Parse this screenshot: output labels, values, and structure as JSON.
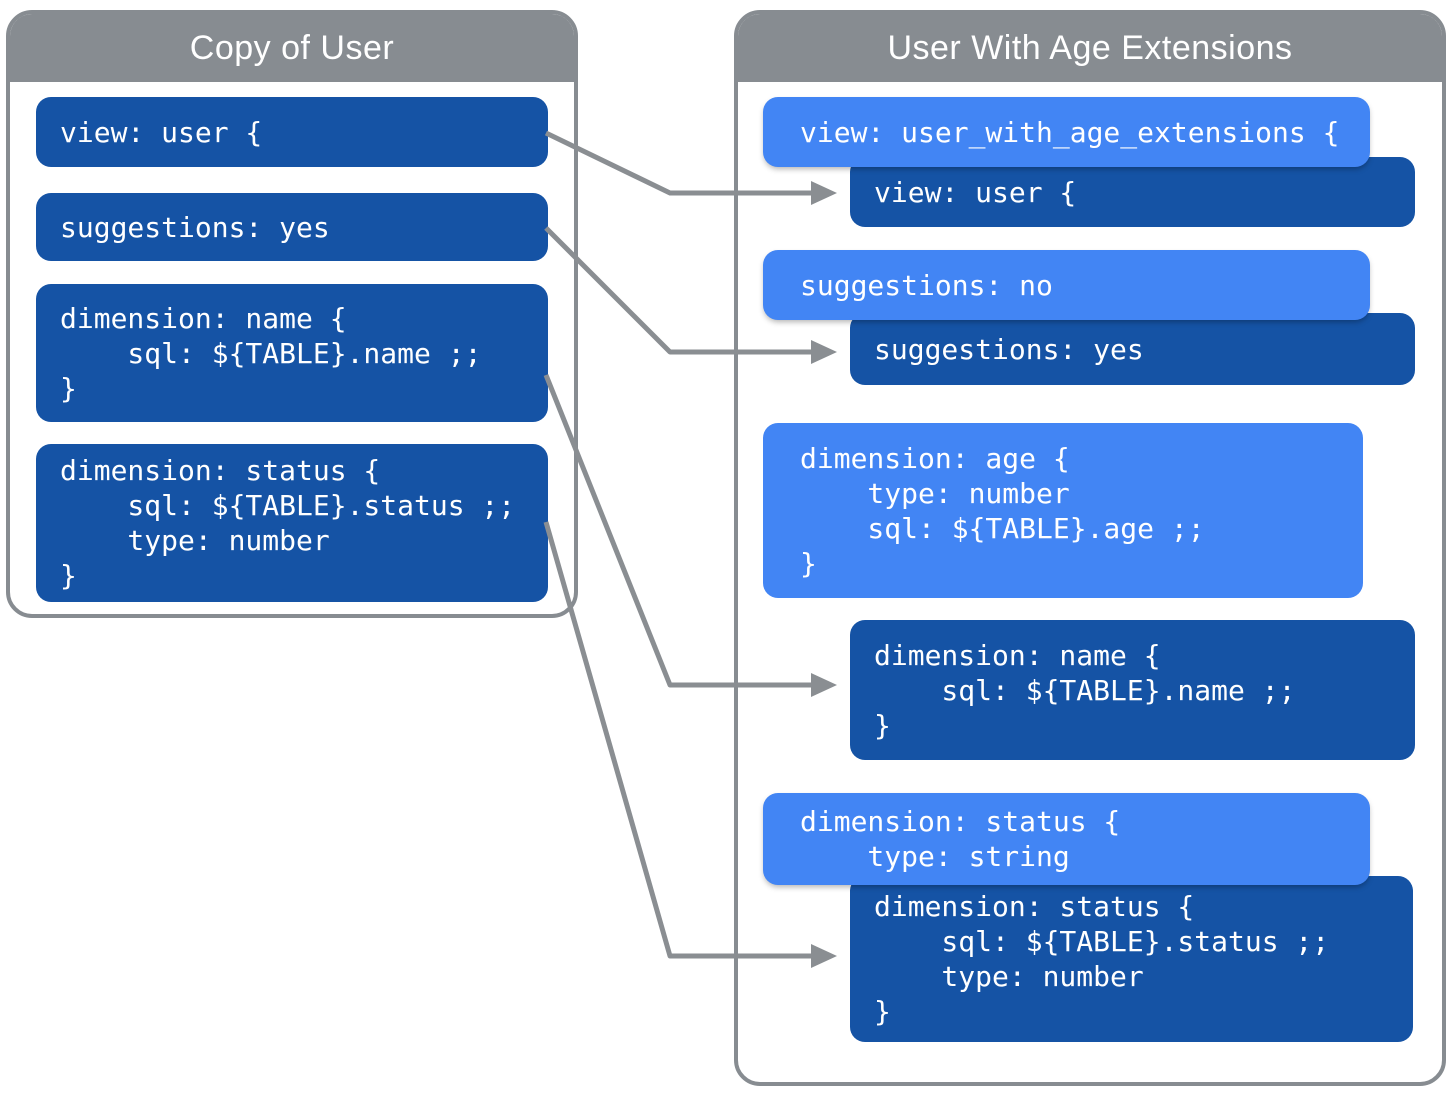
{
  "colors": {
    "dark_blue": "#1553a5",
    "light_blue": "#4285f4",
    "header_gray": "#878c91",
    "arrow_gray": "#8a8e92",
    "code_text": "#ffffff"
  },
  "left_panel": {
    "title": "Copy of User",
    "blocks": [
      {
        "id": "view-user",
        "style": "dark",
        "code": "view: user {"
      },
      {
        "id": "suggestions-yes",
        "style": "dark",
        "code": "suggestions: yes"
      },
      {
        "id": "dimension-name",
        "style": "dark",
        "code": "dimension: name {\n    sql: ${TABLE}.name ;;\n}"
      },
      {
        "id": "dimension-status",
        "style": "dark",
        "code": "dimension: status {\n    sql: ${TABLE}.status ;;\n    type: number\n}"
      }
    ]
  },
  "right_panel": {
    "title": "User With Age Extensions",
    "blocks": [
      {
        "id": "view-extended",
        "style": "light",
        "code": "view: user_with_age_extensions {"
      },
      {
        "id": "view-user-inherited",
        "style": "dark",
        "code": "view: user {"
      },
      {
        "id": "suggestions-no",
        "style": "light",
        "code": "suggestions: no"
      },
      {
        "id": "suggestions-yes-inherited",
        "style": "dark",
        "code": "suggestions: yes"
      },
      {
        "id": "dimension-age",
        "style": "light",
        "code": "dimension: age {\n    type: number\n    sql: ${TABLE}.age ;;\n}"
      },
      {
        "id": "dimension-name-inherited",
        "style": "dark",
        "code": "dimension: name {\n    sql: ${TABLE}.name ;;\n}"
      },
      {
        "id": "dimension-status-override",
        "style": "light",
        "code": "dimension: status {\n    type: string"
      },
      {
        "id": "dimension-status-inherited",
        "style": "dark",
        "code": "dimension: status {\n    sql: ${TABLE}.status ;;\n    type: number\n}"
      }
    ]
  },
  "arrows": [
    {
      "from": "view-user",
      "to": "view-user-inherited"
    },
    {
      "from": "suggestions-yes",
      "to": "suggestions-yes-inherited"
    },
    {
      "from": "dimension-name",
      "to": "dimension-name-inherited"
    },
    {
      "from": "dimension-status",
      "to": "dimension-status-inherited"
    }
  ]
}
